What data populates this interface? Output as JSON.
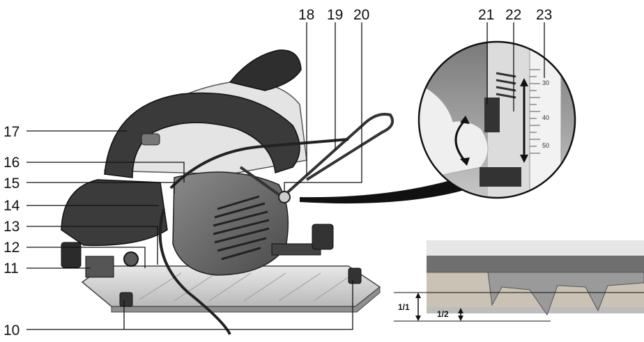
{
  "figure": {
    "callouts": {
      "c10": "10",
      "c11": "11",
      "c12": "12",
      "c13": "13",
      "c14": "14",
      "c15": "15",
      "c16": "16",
      "c17": "17",
      "c18": "18",
      "c19": "19",
      "c20": "20",
      "c21": "21",
      "c22": "22",
      "c23": "23"
    },
    "scale_ticks": {
      "t30": "30",
      "t40": "40",
      "t50": "50"
    },
    "depth_marks": {
      "full": "1/1",
      "half": "1/2"
    }
  }
}
